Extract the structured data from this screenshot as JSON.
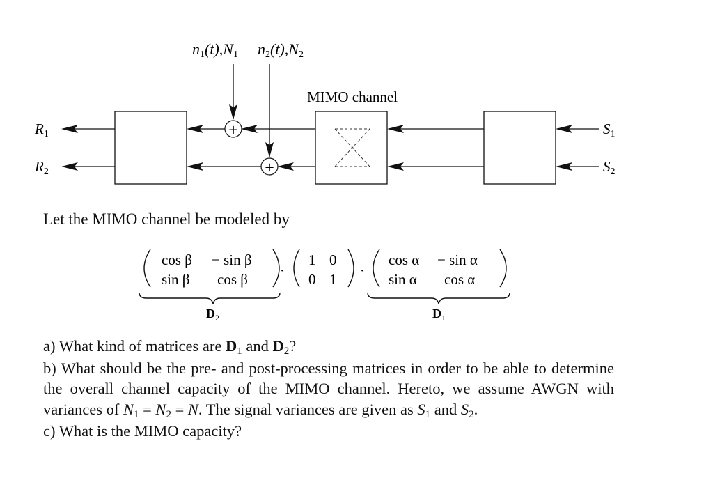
{
  "diagram": {
    "noise_label_1": "n",
    "noise_label_1_sub": "1",
    "noise_label_1_rest": "(t),N",
    "noise_label_1_sub2": "1",
    "noise_label_2": "n",
    "noise_label_2_sub": "2",
    "noise_label_2_rest": "(t),N",
    "noise_label_2_sub2": "2",
    "mimo_label": "MIMO channel",
    "adder_symbol": "+",
    "receivers": [
      {
        "name": "R",
        "sub": "1"
      },
      {
        "name": "R",
        "sub": "2"
      }
    ],
    "sources": [
      {
        "name": "S",
        "sub": "1"
      },
      {
        "name": "S",
        "sub": "2"
      }
    ]
  },
  "model": {
    "intro": "Let the MIMO channel be modeled by",
    "d2": {
      "r1c1": "cos β",
      "r1c2": "− sin β",
      "r2c1": "sin β",
      "r2c2": "cos β",
      "label": "D",
      "label_sub": "2"
    },
    "mid": {
      "r1c1": "1",
      "r1c2": "0",
      "r2c1": "0",
      "r2c2": "1"
    },
    "d1": {
      "r1c1": "cos α",
      "r1c2": "− sin α",
      "r2c1": "sin α",
      "r2c2": "cos α",
      "label": "D",
      "label_sub": "1"
    },
    "dot": "·"
  },
  "questions": {
    "a_pre": "a) What kind of matrices are ",
    "a_d1": "D",
    "a_d1_sub": "1",
    "a_mid": " and ",
    "a_d2": "D",
    "a_d2_sub": "2",
    "a_end": "?",
    "b_1": "b) What should be the pre- and post-processing matrices in order to be able to determine the overall channel capacity of the MIMO channel. Hereto, we assume AWGN with variances of ",
    "b_n1": "N",
    "b_n1_sub": "1",
    "b_eq1": " = ",
    "b_n2": "N",
    "b_n2_sub": "2",
    "b_eq2": " = ",
    "b_n": "N",
    "b_2": ". The signal variances are given as ",
    "b_s1": "S",
    "b_s1_sub": "1",
    "b_and": " and ",
    "b_s2": "S",
    "b_s2_sub": "2",
    "b_end": ".",
    "c": "c) What is the MIMO capacity?"
  }
}
